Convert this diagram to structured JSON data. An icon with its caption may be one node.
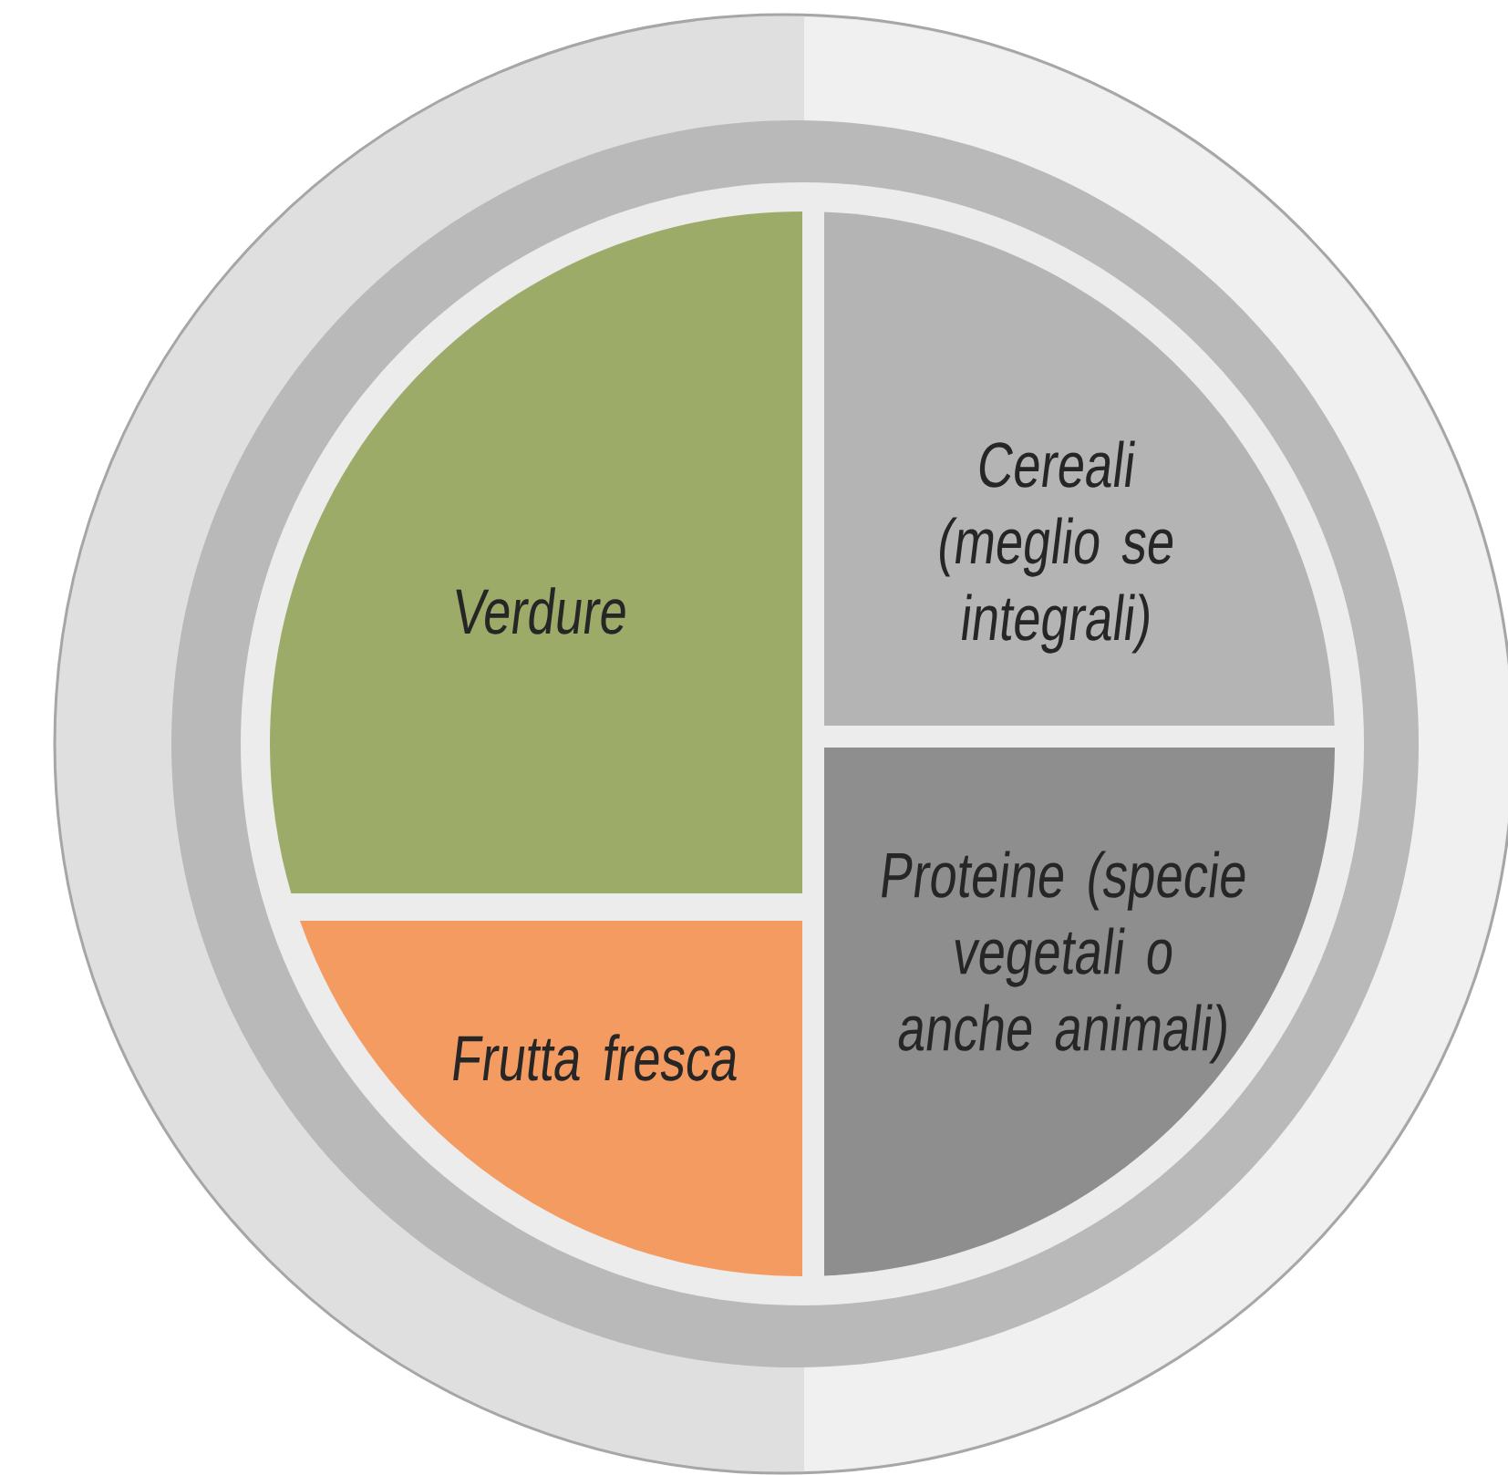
{
  "diagram": {
    "nodes": [
      {
        "text": [],
        "shape": "circle"
      },
      {
        "text": [
          "Verdure"
        ],
        "in": 0
      },
      {
        "text": [
          "Frutta fresca"
        ],
        "in": 0
      },
      {
        "text": [
          "Cereali (meglio se integrali)"
        ],
        "in": 0
      },
      {
        "text": [
          "Proteine (specie vegetali o anche animali)"
        ],
        "in": 0
      }
    ]
  }
}
